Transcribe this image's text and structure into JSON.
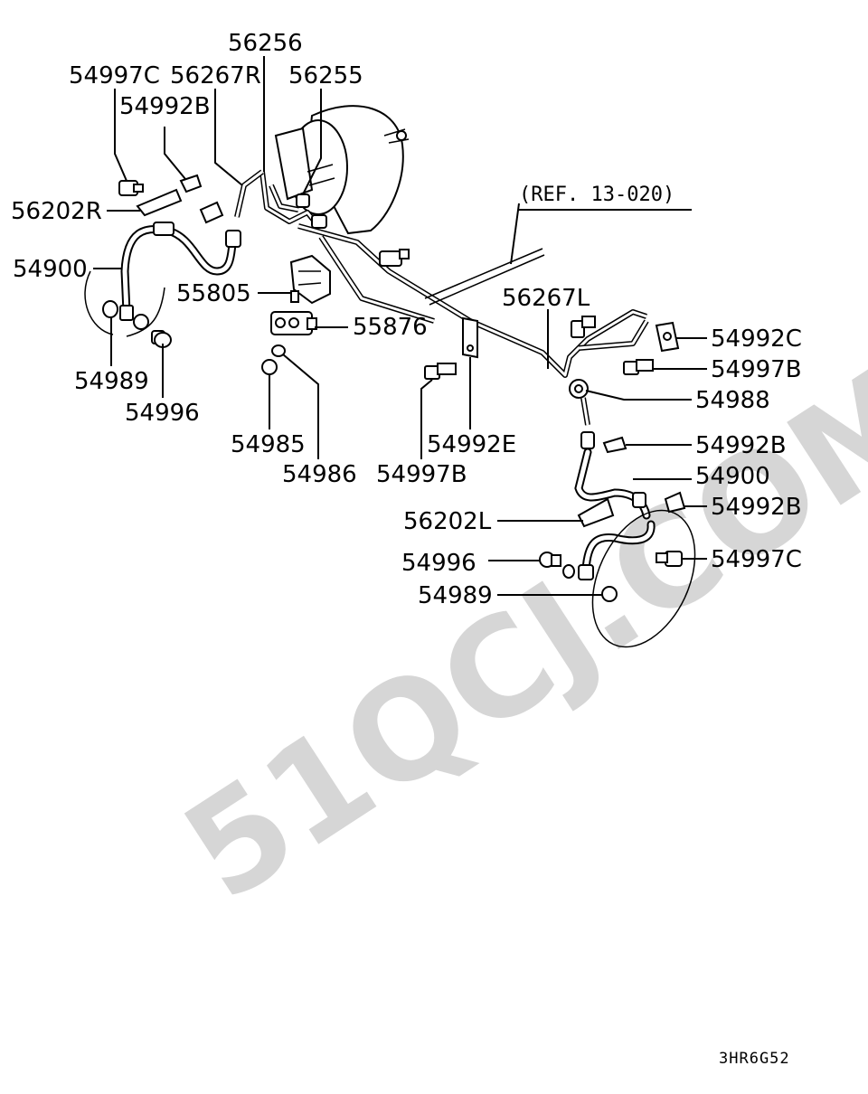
{
  "diagram": {
    "ref_label": "(REF. 13-020)",
    "drawing_code": "3HR6G52",
    "watermark": "51QCJ.COM",
    "labels": {
      "p56256": "56256",
      "p54997c_top": "54997C",
      "p56267r": "56267R",
      "p56255": "56255",
      "p54992b_top": "54992B",
      "p56202r": "56202R",
      "p54900_left": "54900",
      "p55805": "55805",
      "p55876": "55876",
      "p54989_left": "54989",
      "p54996_left": "54996",
      "p54985": "54985",
      "p54986": "54986",
      "p54997b_mid": "54997B",
      "p54992e": "54992E",
      "p56267l": "56267L",
      "p54992c": "54992C",
      "p54997b_right": "54997B",
      "p54988": "54988",
      "p54992b_right1": "54992B",
      "p54900_right": "54900",
      "p54992b_right2": "54992B",
      "p56202l": "56202L",
      "p54996_right": "54996",
      "p54997c_right": "54997C",
      "p54989_right": "54989"
    }
  }
}
